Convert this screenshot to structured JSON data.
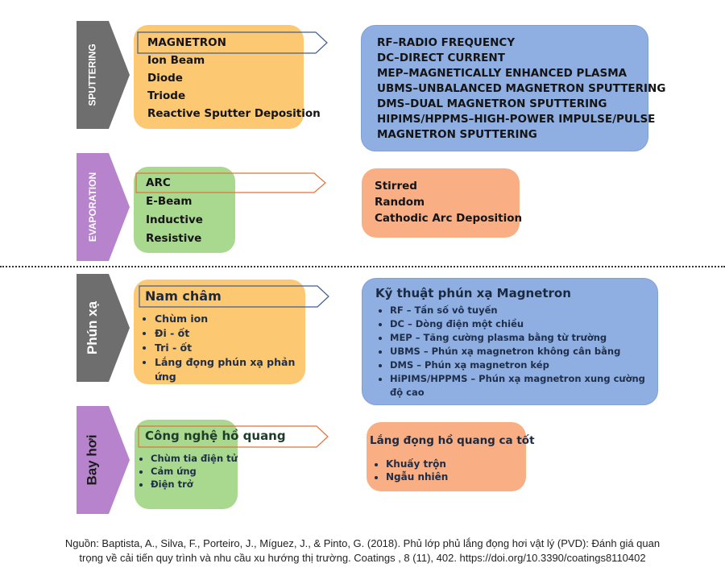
{
  "top": {
    "sputtering_label": "SPUTTERING",
    "evaporation_label": "EVAPORATION",
    "sputtering_methods": [
      "MAGNETRON",
      "Ion Beam",
      "Diode",
      "Triode",
      "Reactive Sputter Deposition"
    ],
    "magnetron_types": [
      "RF–RADIO FREQUENCY",
      "DC–DIRECT CURRENT",
      "MEP–MAGNETICALLY ENHANCED PLASMA",
      "UBMS–UNBALANCED MAGNETRON SPUTTERING",
      "DMS–DUAL MAGNETRON SPUTTERING",
      "HIPIMS/HPPMS–HIGH-POWER IMPULSE/PULSE",
      "MAGNETRON SPUTTERING"
    ],
    "evaporation_methods": [
      "ARC",
      "E-Beam",
      "Inductive",
      "Resistive"
    ],
    "arc_types": [
      "Stirred",
      "Random",
      "Cathodic Arc Deposition"
    ]
  },
  "bottom": {
    "sputtering_label": "Phún xạ",
    "evaporation_label": "Bay hơi",
    "sputtering_title": "Nam châm",
    "sputtering_methods": [
      "Chùm ion",
      "Đi - ốt",
      "Tri - ốt",
      "Lắng đọng phún xạ phản ứng"
    ],
    "magnetron_title": "Kỹ thuật phún xạ Magnetron",
    "magnetron_types": [
      "RF – Tần số vô tuyến",
      "DC – Dòng điện một chiều",
      "MEP – Tăng cường plasma bằng từ trường",
      "UBMS – Phún xạ magnetron không cân bằng",
      "DMS – Phún xạ magnetron kép",
      "HiPIMS/HPPMS – Phún xạ magnetron xung cường độ cao"
    ],
    "evaporation_title": "Công nghệ hồ quang",
    "evaporation_methods": [
      "Chùm tia điện tử",
      "Cảm ứng",
      "Điện trở"
    ],
    "arc_title": "Lắng đọng hồ quang ca tốt",
    "arc_types": [
      "Khuấy trộn",
      "Ngẫu nhiên"
    ]
  },
  "caption": {
    "line1": "Nguồn: Baptista, A., Silva, F., Porteiro, J., Míguez, J., & Pinto, G. (2018). Phủ lớp phủ lắng đọng hơi vật lý (PVD): Đánh giá quan",
    "line2": "trọng về cải tiến quy trình và nhu cầu xu hướng thị trường. Coatings , 8 (11), 402. https://doi.org/10.3390/coatings8110402"
  },
  "colors": {
    "sputter_chevron": "#6e6e6e",
    "evap_chevron": "#b683cc",
    "orange_box": "#fdc872",
    "green_box": "#a9d88f",
    "blue_box": "#8fafe3",
    "salmon_box": "#f9ae84",
    "arrow_blue": "#3f5d96",
    "arrow_orange": "#e0743a"
  }
}
